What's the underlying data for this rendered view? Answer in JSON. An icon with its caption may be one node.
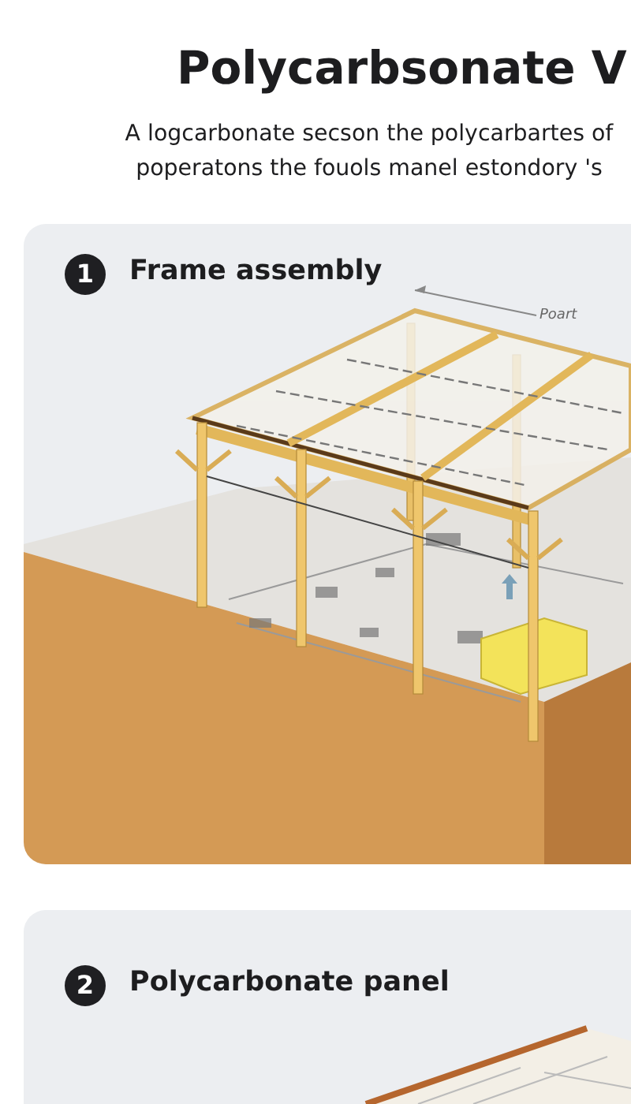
{
  "diagram": {
    "title": "Polycarbsonate V",
    "nodes": [
      {
        "text": [
          "1",
          "Frame assembly"
        ]
      },
      {
        "text": [
          "2",
          "Polycarbonate panel"
        ]
      }
    ],
    "labels": [
      "A logcarbonate secson the polycarbartes of poperatons the fouols manel estondory 's",
      "Poart"
    ]
  }
}
